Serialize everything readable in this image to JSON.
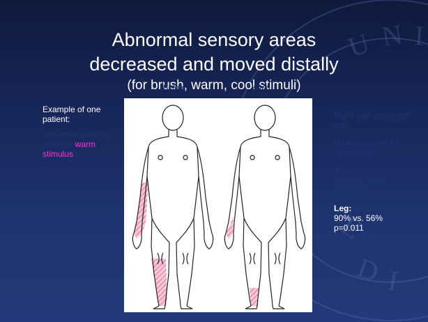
{
  "title_line1": "Abnormal sensory areas",
  "title_line2": "decreased and moved distally",
  "subtitle": "(for brush, warm, cool stimuli)",
  "figure": {
    "label_left": "Before",
    "label_right": "After"
  },
  "left_note": {
    "example": "Example of one patient:",
    "abnormal_prefix": "abnormal sensory areas to",
    "warm": "warm",
    "stimulus": "stimulus"
  },
  "right_note": {
    "right_side": "Right side assessed only",
    "median": "Median values for all patients",
    "arm_heading": "Arm:",
    "arm_values": "70% vs. 24%, p=0.004",
    "leg_heading": "Leg:",
    "leg_values": "90% vs. 56% p=0.011"
  },
  "colors": {
    "background": "#1f3470",
    "hatch": "#e05585",
    "highlight": "#ff2fd6"
  }
}
